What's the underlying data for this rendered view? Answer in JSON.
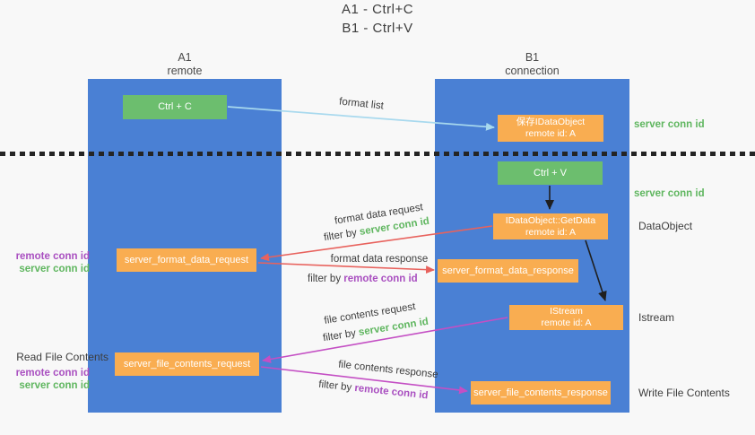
{
  "colors": {
    "bg": "#f8f8f8",
    "column-blue": "#4a80d4",
    "box-green": "#6cbe6e",
    "box-orange": "#f9ad51",
    "text-dark": "#3d3d3d",
    "text-green": "#5fb65f",
    "text-purple": "#a94fc0",
    "arrow-lightblue": "#a8d9ee",
    "arrow-red": "#e8625d",
    "arrow-magenta": "#c44fc4",
    "arrow-black": "#1f1f1f"
  },
  "title": {
    "line1": "A1 - Ctrl+C",
    "line2": "B1 - Ctrl+V"
  },
  "lanes": {
    "left": {
      "id": "A1",
      "name": "remote"
    },
    "right": {
      "id": "B1",
      "name": "connection"
    }
  },
  "nodes": {
    "ctrl_c": {
      "label": "Ctrl + C"
    },
    "save_dataobject": {
      "line1": "保存IDataObject",
      "line2": "remote id: A"
    },
    "ctrl_v": {
      "label": "Ctrl + V"
    },
    "getdata": {
      "line1": "IDataObject::GetData",
      "line2": "remote id: A"
    },
    "istream": {
      "line1": "IStream",
      "line2": "remote id: A"
    },
    "format_request": {
      "label": "server_format_data_request"
    },
    "format_response": {
      "label": "server_format_data_response"
    },
    "file_request": {
      "label": "server_file_contents_request"
    },
    "file_response": {
      "label": "server_file_contents_response"
    }
  },
  "edge_labels": {
    "format_list": "format list",
    "format_data_request": "format data request",
    "format_data_response": "format data response",
    "file_contents_request": "file contents request",
    "file_contents_response": "file contents response",
    "filter_by": "filter by ",
    "server_conn_id": "server conn id",
    "remote_conn_id": "remote conn id"
  },
  "annotations": {
    "right": {
      "server_conn_id_top": "server conn id",
      "server_conn_id_mid": "server conn id",
      "dataobject": "DataObject",
      "istream": "Istream",
      "write_file_contents": "Write File Contents"
    },
    "left": {
      "remote_conn_id_1": "remote conn id",
      "server_conn_id_1": "server conn id",
      "read_file_contents": "Read File Contents",
      "remote_conn_id_2": "remote conn id",
      "server_conn_id_2": "server conn id"
    }
  }
}
